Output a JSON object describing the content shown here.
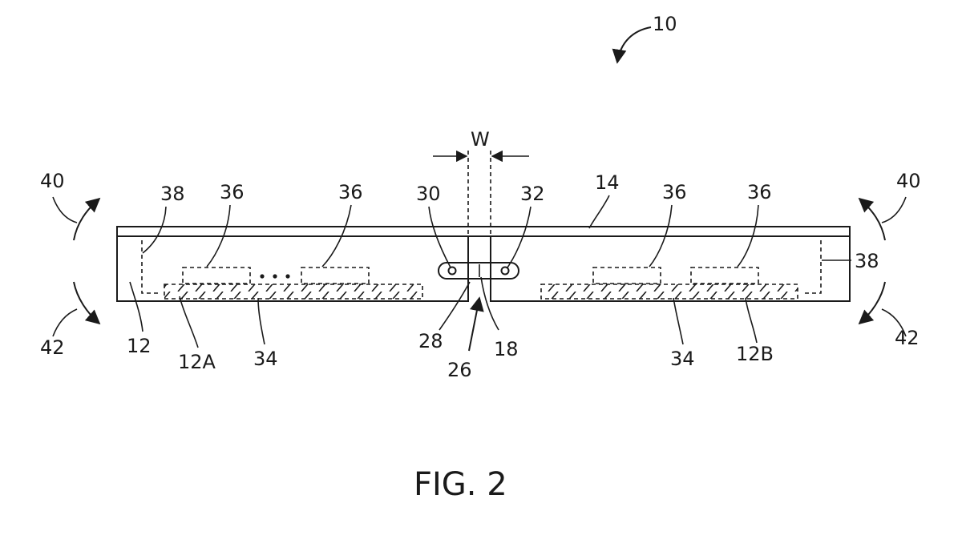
{
  "figure": {
    "caption": "FIG. 2",
    "labels": {
      "device": "10",
      "width": "W",
      "arrow_up_left": "40",
      "arrow_up_right": "40",
      "arrow_down_left": "42",
      "arrow_down_right": "42",
      "support_left": "38",
      "support_right": "38",
      "component_1": "36",
      "component_2": "36",
      "component_3": "36",
      "component_4": "36",
      "display": "14",
      "hinge_pin_left": "30",
      "hinge_pin_right": "32",
      "housing": "12",
      "housing_left": "12A",
      "housing_right": "12B",
      "board_left": "34",
      "board_right": "34",
      "hinge_link": "28",
      "hinge_body": "18",
      "hinge": "26"
    }
  }
}
